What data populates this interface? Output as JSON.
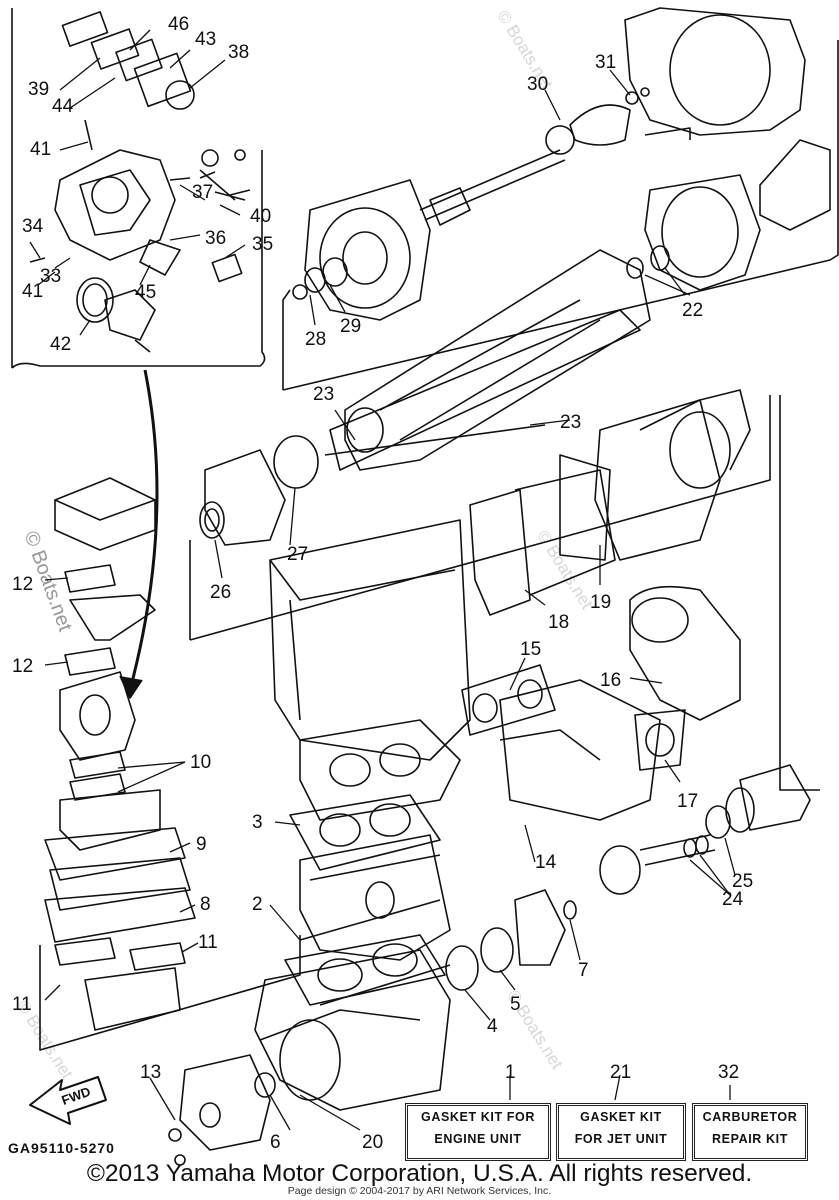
{
  "callouts": [
    {
      "id": "callout-39",
      "text": "39"
    },
    {
      "id": "callout-46",
      "text": "46"
    },
    {
      "id": "callout-43",
      "text": "43"
    },
    {
      "id": "callout-38",
      "text": "38"
    },
    {
      "id": "callout-44",
      "text": "44"
    },
    {
      "id": "callout-41a",
      "text": "41"
    },
    {
      "id": "callout-37",
      "text": "37"
    },
    {
      "id": "callout-40",
      "text": "40"
    },
    {
      "id": "callout-34",
      "text": "34"
    },
    {
      "id": "callout-36",
      "text": "36"
    },
    {
      "id": "callout-35",
      "text": "35"
    },
    {
      "id": "callout-33",
      "text": "33"
    },
    {
      "id": "callout-41b",
      "text": "41"
    },
    {
      "id": "callout-45",
      "text": "45"
    },
    {
      "id": "callout-42",
      "text": "42"
    },
    {
      "id": "callout-31",
      "text": "31"
    },
    {
      "id": "callout-30",
      "text": "30"
    },
    {
      "id": "callout-28",
      "text": "28"
    },
    {
      "id": "callout-29",
      "text": "29"
    },
    {
      "id": "callout-22",
      "text": "22"
    },
    {
      "id": "callout-23a",
      "text": "23"
    },
    {
      "id": "callout-23b",
      "text": "23"
    },
    {
      "id": "callout-27",
      "text": "27"
    },
    {
      "id": "callout-26",
      "text": "26"
    },
    {
      "id": "callout-19",
      "text": "19"
    },
    {
      "id": "callout-18",
      "text": "18"
    },
    {
      "id": "callout-12a",
      "text": "12"
    },
    {
      "id": "callout-12b",
      "text": "12"
    },
    {
      "id": "callout-15",
      "text": "15"
    },
    {
      "id": "callout-16",
      "text": "16"
    },
    {
      "id": "callout-10",
      "text": "10"
    },
    {
      "id": "callout-17",
      "text": "17"
    },
    {
      "id": "callout-3",
      "text": "3"
    },
    {
      "id": "callout-9",
      "text": "9"
    },
    {
      "id": "callout-14",
      "text": "14"
    },
    {
      "id": "callout-25",
      "text": "25"
    },
    {
      "id": "callout-24",
      "text": "24"
    },
    {
      "id": "callout-8",
      "text": "8"
    },
    {
      "id": "callout-2",
      "text": "2"
    },
    {
      "id": "callout-11a",
      "text": "11"
    },
    {
      "id": "callout-7",
      "text": "7"
    },
    {
      "id": "callout-11b",
      "text": "11"
    },
    {
      "id": "callout-5",
      "text": "5"
    },
    {
      "id": "callout-4",
      "text": "4"
    },
    {
      "id": "callout-13",
      "text": "13"
    },
    {
      "id": "callout-1",
      "text": "1"
    },
    {
      "id": "callout-21",
      "text": "21"
    },
    {
      "id": "callout-32",
      "text": "32"
    },
    {
      "id": "callout-6",
      "text": "6"
    },
    {
      "id": "callout-20",
      "text": "20"
    }
  ],
  "kits": [
    {
      "id": "gasket-kit-engine",
      "line1": "GASKET KIT FOR",
      "line2": "ENGINE UNIT"
    },
    {
      "id": "gasket-kit-jet",
      "line1": "GASKET KIT",
      "line2": "FOR JET UNIT"
    },
    {
      "id": "carburetor-kit",
      "line1": "CARBURETOR",
      "line2": "REPAIR KIT"
    }
  ],
  "fwd_label": "FWD",
  "diagram_code": "GA95110-5270",
  "copyright": "©2013 Yamaha Motor Corporation, U.S.A. All rights reserved.",
  "credit": "Page design © 2004-2017 by ARI Network Services, Inc.",
  "watermark": "© Boats.net",
  "colors": {
    "ink": "#111111",
    "watermark": "#c9c9c9"
  }
}
